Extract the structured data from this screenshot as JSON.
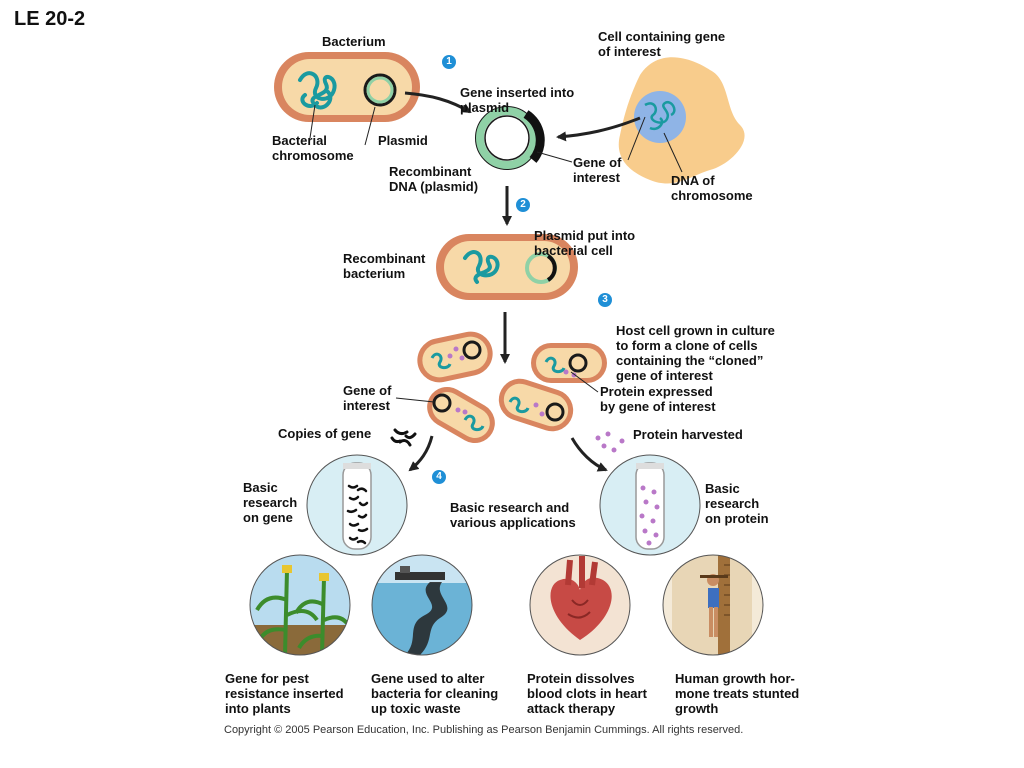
{
  "figure_title": "LE 20-2",
  "labels": {
    "bacterium": "Bacterium",
    "bacterial_chromosome": "Bacterial\nchromosome",
    "plasmid": "Plasmid",
    "cell_gene_of_interest": "Cell containing gene\nof interest",
    "recombinant_dna": "Recombinant\nDNA (plasmid)",
    "gene_of_interest_top": "Gene of\ninterest",
    "dna_of_chromosome": "DNA of\nchromosome",
    "recombinant_bacterium": "Recombinant\nbacterium",
    "gene_of_interest_mid": "Gene of\ninterest",
    "protein_expressed": "Protein expressed\nby gene of interest",
    "copies_of_gene": "Copies of gene",
    "protein_harvested": "Protein harvested",
    "basic_research_gene": "Basic\nresearch\non gene",
    "basic_research_protein": "Basic\nresearch\non protein"
  },
  "steps": [
    {
      "num": "1",
      "text": "Gene inserted into\nplasmid"
    },
    {
      "num": "2",
      "text": "Plasmid put into\nbacterial cell"
    },
    {
      "num": "3",
      "text": "Host cell grown in culture\nto form a clone of cells\ncontaining the “cloned”\ngene of interest"
    },
    {
      "num": "4",
      "text": "Basic research and\nvarious applications"
    }
  ],
  "applications": [
    {
      "text": "Gene for pest\nresistance inserted\ninto plants",
      "icon": "corn-plants-icon"
    },
    {
      "text": "Gene used to alter\nbacteria for cleaning\nup toxic waste",
      "icon": "oil-spill-icon"
    },
    {
      "text": "Protein dissolves\nblood clots in heart\nattack therapy",
      "icon": "heart-icon"
    },
    {
      "text": "Human growth hor-\nmone treats stunted\ngrowth",
      "icon": "child-height-icon"
    }
  ],
  "copyright": "Copyright ©  2005 Pearson Education, Inc. Publishing as Pearson Benjamin Cummings. All rights reserved.",
  "colors": {
    "bacterium_outer": "#d9855f",
    "bacterium_inner": "#f7d9a8",
    "dna": "#1a9aa0",
    "plasmid": "#8fd1a6",
    "gene_segment": "#111111",
    "cell": "#f8cc8c",
    "nucleus": "#8fb4e6",
    "protein": "#b978c8",
    "step_badge": "#1f8fd6"
  }
}
